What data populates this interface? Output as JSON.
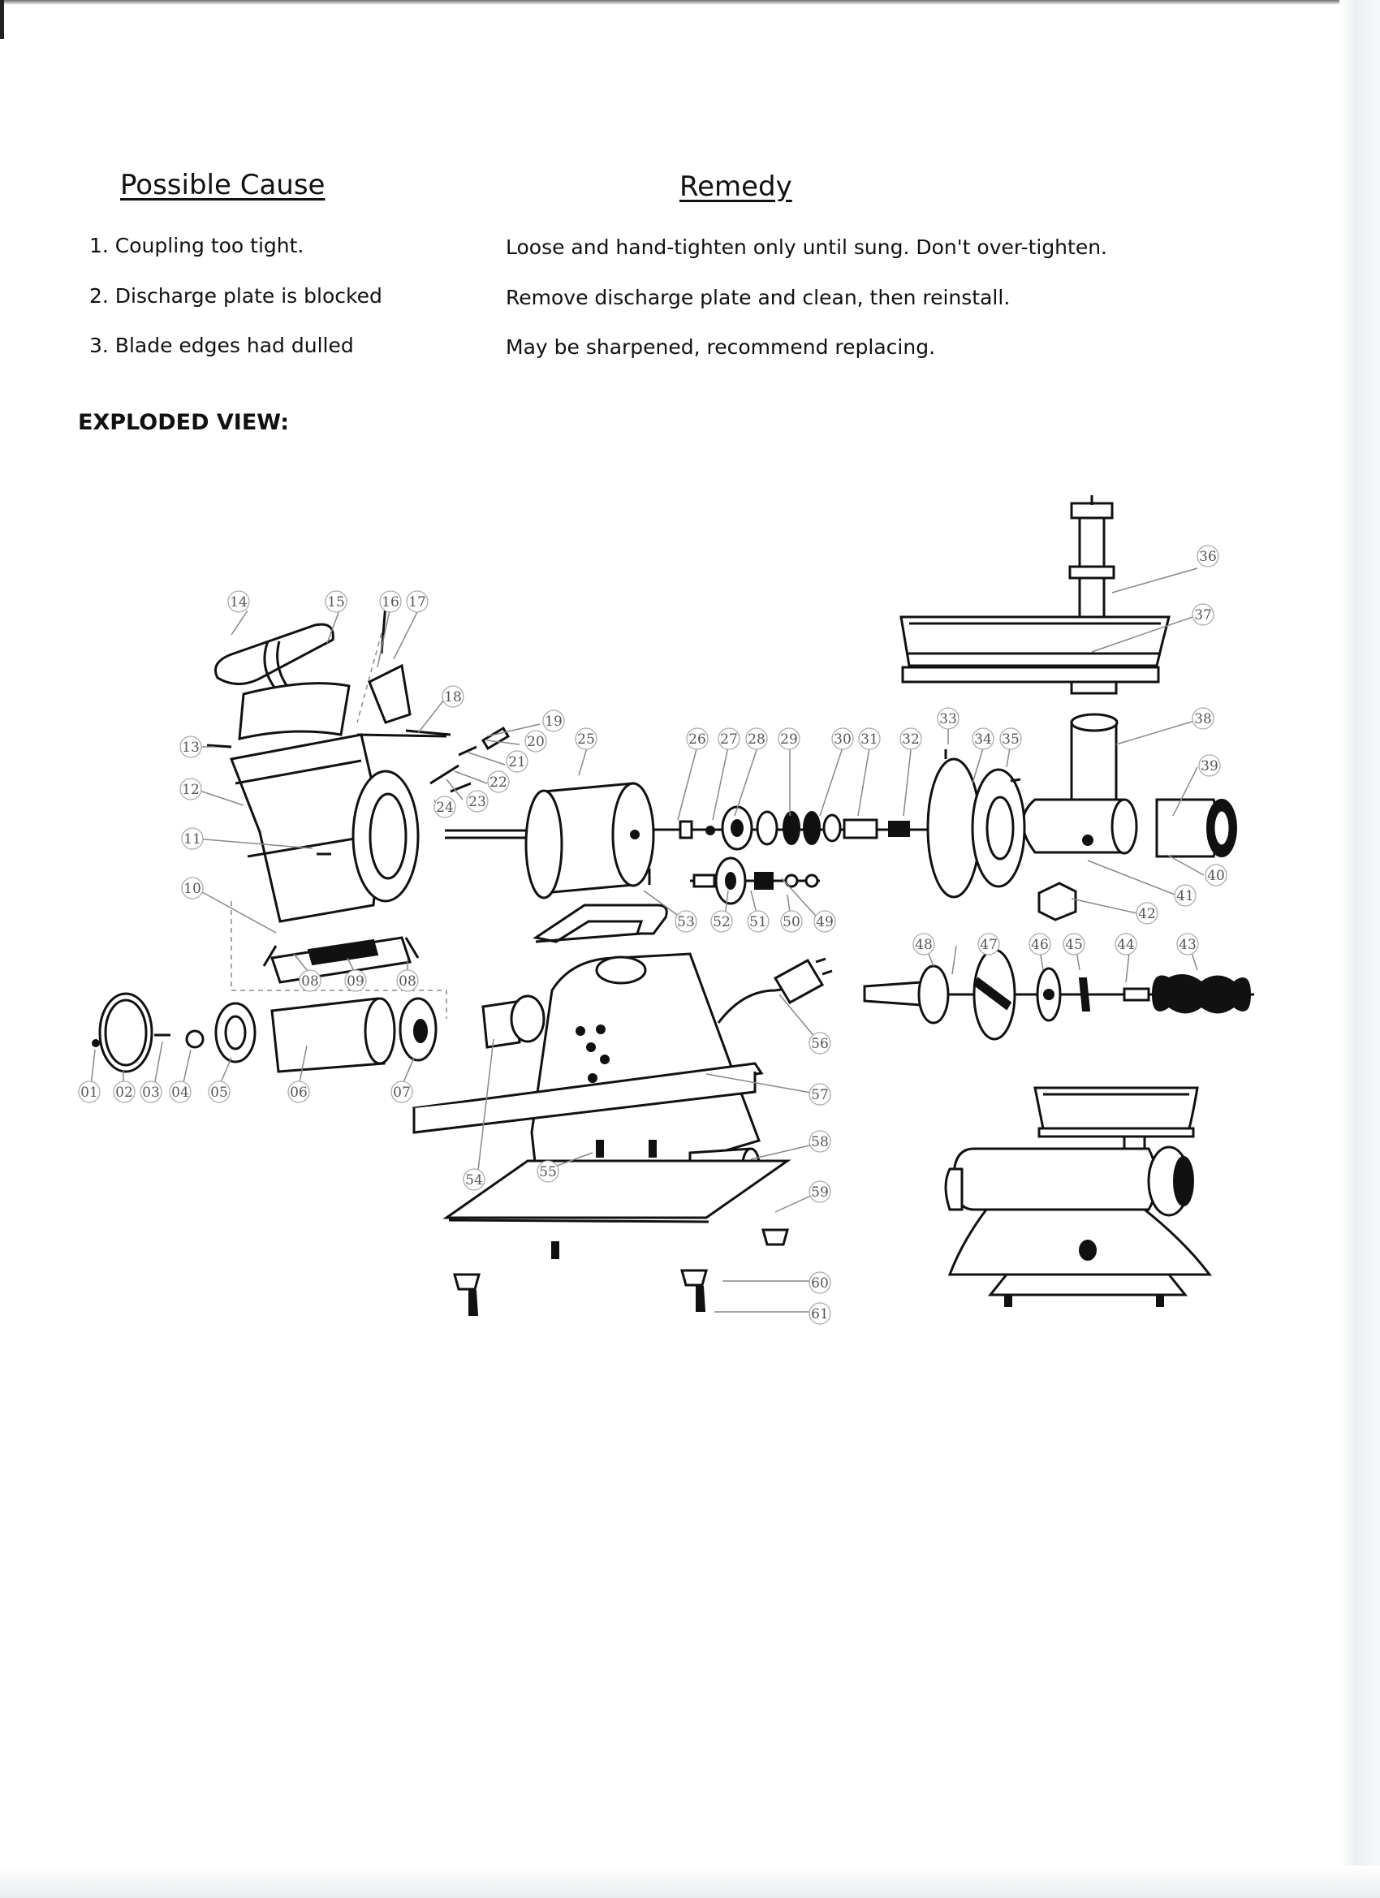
{
  "table": {
    "headers": {
      "cause": "Possible Cause",
      "remedy": "Remedy"
    },
    "rows": [
      {
        "cause": "1. Coupling too tight.",
        "remedy": "Loose and hand-tighten only until sung. Don't over-tighten."
      },
      {
        "cause": "2. Discharge plate is blocked",
        "remedy": "Remove discharge plate and clean, then reinstall."
      },
      {
        "cause": "3. Blade edges had dulled",
        "remedy": "May be sharpened, recommend replacing."
      }
    ]
  },
  "section_title": "EXPLODED VIEW:",
  "diagram": {
    "part_labels": [
      "01",
      "02",
      "03",
      "04",
      "05",
      "06",
      "07",
      "08",
      "09",
      "10",
      "11",
      "12",
      "13",
      "14",
      "15",
      "16",
      "17",
      "18",
      "19",
      "20",
      "21",
      "22",
      "23",
      "24",
      "25",
      "26",
      "27",
      "28",
      "29",
      "30",
      "31",
      "32",
      "33",
      "34",
      "35",
      "36",
      "37",
      "38",
      "39",
      "40",
      "41",
      "42",
      "43",
      "44",
      "45",
      "46",
      "47",
      "48",
      "49",
      "50",
      "51",
      "52",
      "53",
      "54",
      "55",
      "56",
      "57",
      "58",
      "59",
      "60",
      "61"
    ]
  }
}
